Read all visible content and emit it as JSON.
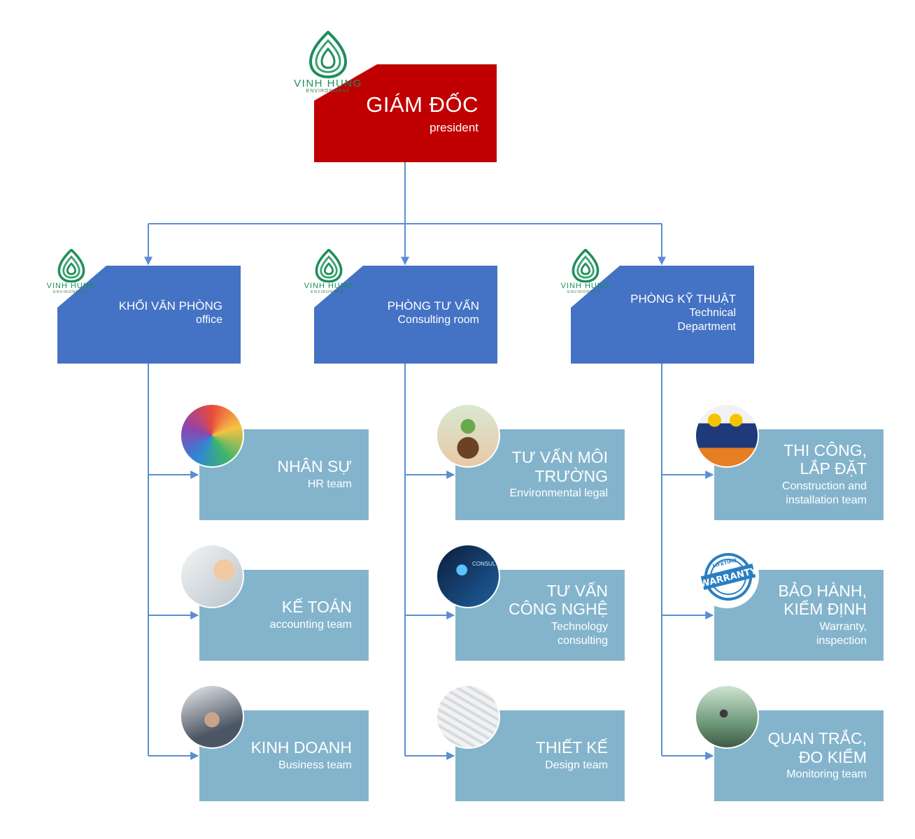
{
  "colors": {
    "president": "#c00000",
    "department": "#4472c4",
    "team": "#84b4cc",
    "connector": "#5b8ed0",
    "logo": "#1d8f5c"
  },
  "logo": {
    "name": "VINH HUNG",
    "sub": "ENVIRONMENT",
    "icon": "leaf-spiral-icon"
  },
  "president": {
    "title": "GIÁM ĐỐC",
    "subtitle": "president"
  },
  "departments": [
    {
      "title": "KHỐI VĂN PHÒNG",
      "subtitle": "office",
      "teams": [
        {
          "title": "NHÂN SỰ",
          "subtitle": "HR team",
          "photo": "people-silhouettes"
        },
        {
          "title": "KẾ TOÁN",
          "subtitle": "accounting team",
          "photo": "woman-at-computer"
        },
        {
          "title": "KINH DOANH",
          "subtitle": "Business team",
          "photo": "handshake"
        }
      ]
    },
    {
      "title": "PHÒNG TƯ VẤN",
      "subtitle": "Consulting room",
      "teams": [
        {
          "title": "TƯ VẤN MÔI TRƯỜNG",
          "subtitle": "Environmental legal",
          "photo": "hands-holding-plant"
        },
        {
          "title": "TƯ VẤN CÔNG NGHỆ",
          "subtitle": "Technology consulting",
          "photo": "digital-consulting",
          "photo_text": "CONSULT"
        },
        {
          "title": "THIẾT KẾ",
          "subtitle": "Design team",
          "photo": "design-drawings"
        }
      ]
    },
    {
      "title": "PHÒNG KỸ THUẬT",
      "subtitle": "Technical Department",
      "teams": [
        {
          "title": "THI CÔNG, LẮP ĐẶT",
          "subtitle": "Construction and installation team",
          "photo": "construction-workers"
        },
        {
          "title": "BẢO HÀNH, KIỂM ĐỊNH",
          "subtitle": "Warranty, inspection",
          "photo": "warranty-stamp",
          "stamp_text": "WARRANTY",
          "stamp_ring": "LIFETIME"
        },
        {
          "title": "QUAN TRẮC, ĐO KIỂM",
          "subtitle": "Monitoring team",
          "photo": "monitoring-equipment"
        }
      ]
    }
  ]
}
